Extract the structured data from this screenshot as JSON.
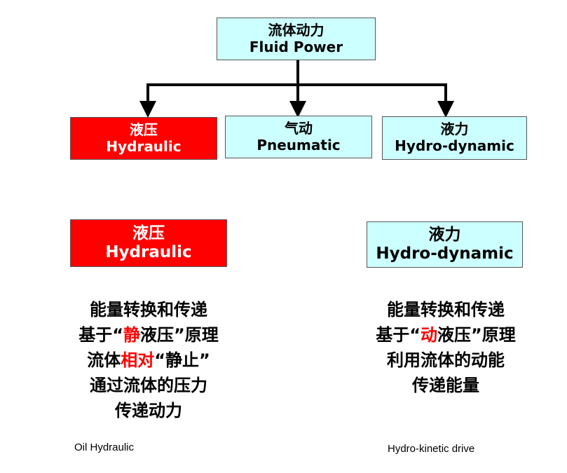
{
  "root": {
    "zh": "流体动力",
    "en": "Fluid Power"
  },
  "branches": [
    {
      "zh": "液压",
      "en": "Hydraulic"
    },
    {
      "zh": "气动",
      "en": "Pneumatic"
    },
    {
      "zh": "液力",
      "en": "Hydro-dynamic"
    }
  ],
  "hydraulic": {
    "zh": "液压",
    "en": "Hydraulic",
    "line1": "能量转换和传递",
    "line2_pre": "基于“",
    "line2_hl": "静",
    "line2_post": "液压”原理",
    "line3_pre": "流体",
    "line3_hl": "相对",
    "line3_post": "“静止”",
    "line4": "通过流体的压力",
    "line5": "传递动力",
    "footer": "Oil Hydraulic"
  },
  "hydrodynamic": {
    "zh": "液力",
    "en": "Hydro-dynamic",
    "line1": "能量转换和传递",
    "line2_pre": "基于“",
    "line2_hl": "动",
    "line2_post": "液压”原理",
    "line3": "利用流体的动能",
    "line4": "传递能量",
    "footer": "Hydro-kinetic drive"
  },
  "colors": {
    "cyan_fill": "#ccffff",
    "red_fill": "#ff0000",
    "highlight_text": "#ff0000",
    "connector": "#000000"
  }
}
